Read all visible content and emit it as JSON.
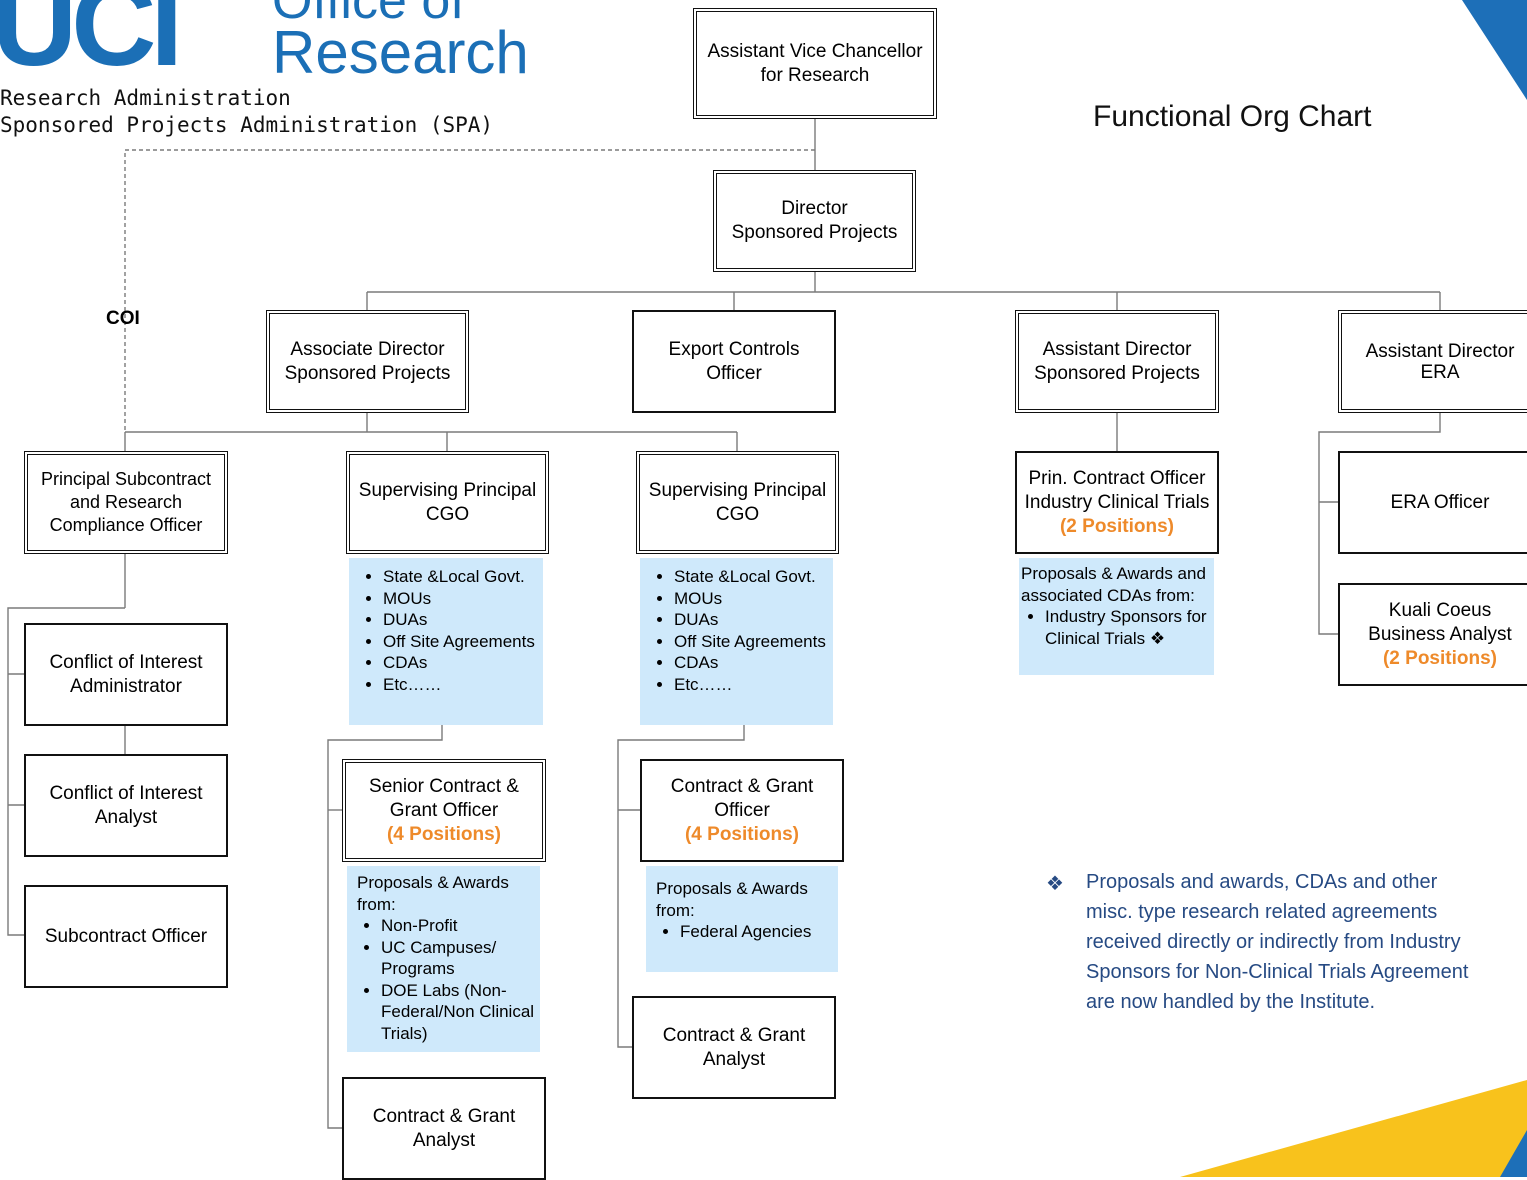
{
  "header": {
    "logo": "UCI",
    "office_line1": "Office of",
    "office_line2": "Research",
    "subtitle1": "Research Administration",
    "subtitle2": "Sponsored Projects Administration (SPA)"
  },
  "title": "Functional Org Chart",
  "coi_label": "COI",
  "nodes": {
    "avc": [
      "Assistant Vice Chancellor",
      "for Research"
    ],
    "director": [
      "Director",
      "Sponsored Projects"
    ],
    "assoc_dir": [
      "Associate Director",
      "Sponsored Projects"
    ],
    "export": [
      "Export Controls",
      "Officer"
    ],
    "asst_dir_sp": [
      "Assistant Director",
      "Sponsored Projects"
    ],
    "asst_dir_era": [
      "Assistant Director",
      "ERA"
    ],
    "principal_sub": [
      "Principal Subcontract",
      "and Research",
      "Compliance Officer"
    ],
    "sup_cgo1": [
      "Supervising Principal",
      "CGO"
    ],
    "sup_cgo2": [
      "Supervising Principal",
      "CGO"
    ],
    "prin_contract": [
      "Prin. Contract Officer",
      "Industry Clinical Trials",
      "(2 Positions)"
    ],
    "era_officer": "ERA Officer",
    "kuali": [
      "Kuali Coeus",
      "Business Analyst",
      "(2 Positions)"
    ],
    "coi_admin": [
      "Conflict of Interest",
      "Administrator"
    ],
    "coi_analyst": [
      "Conflict of Interest",
      "Analyst"
    ],
    "subcontract": "Subcontract Officer",
    "senior_cgo": [
      "Senior Contract &",
      "Grant Officer",
      "(4 Positions)"
    ],
    "cgo": [
      "Contract & Grant",
      "Officer",
      "(4 Positions)"
    ],
    "cg_analyst1": [
      "Contract & Grant",
      "Analyst"
    ],
    "cg_analyst2": [
      "Contract & Grant",
      "Analyst"
    ]
  },
  "notes": {
    "cgo1_items": [
      "State &Local Govt.",
      "MOUs",
      "DUAs",
      "Off Site Agreements",
      "CDAs",
      "Etc……"
    ],
    "cgo2_items": [
      "State &Local Govt.",
      "MOUs",
      "DUAs",
      "Off Site Agreements",
      "CDAs",
      "Etc……"
    ],
    "clinical_intro": "Proposals & Awards and associated CDAs from:",
    "clinical_items": [
      "Industry Sponsors for Clinical Trials ❖"
    ],
    "senior_intro": "Proposals & Awards from:",
    "senior_items": [
      "Non-Profit",
      "UC Campuses/ Programs",
      "DOE Labs (Non-Federal/Non Clinical Trials)"
    ],
    "cgo_intro": "Proposals & Awards from:",
    "cgo_items": [
      "Federal Agencies"
    ]
  },
  "footnote": "Proposals and awards, CDAs and other misc. type research related agreements received directly or indirectly from Industry Sponsors for Non-Clinical Trials Agreement are now handled by the Institute.",
  "colors": {
    "brand_blue": "#1b6fb6",
    "accent_orange": "#ee8a2a",
    "note_blue": "#cfe9fb",
    "footnote_navy": "#264a83",
    "corner_yellow": "#f8c21c"
  }
}
